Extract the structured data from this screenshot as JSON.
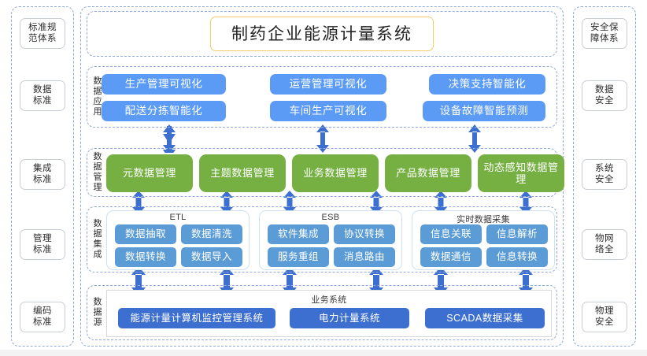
{
  "title": "制药企业能源计量系统",
  "colors": {
    "app_blue": "#5B9BF5",
    "manage_green": "#76B043",
    "integration_blue": "#5B9CD6",
    "source_blue": "#3C6FD0",
    "dashed_border": "#8FA9DB",
    "title_border": "#F2CC6B",
    "arrow": "#3C6FD0"
  },
  "left_pillar": {
    "name": "标准规范体系",
    "items": [
      {
        "lines": [
          "标准规",
          "范体系"
        ]
      },
      {
        "lines": [
          "数据",
          "标准"
        ]
      },
      {
        "lines": [
          "集成",
          "标准"
        ]
      },
      {
        "lines": [
          "管理",
          "标准"
        ]
      },
      {
        "lines": [
          "编码",
          "标准"
        ]
      }
    ]
  },
  "right_pillar": {
    "name": "安全保障体系",
    "items": [
      {
        "lines": [
          "安全保",
          "障体系"
        ]
      },
      {
        "lines": [
          "数据",
          "安全"
        ]
      },
      {
        "lines": [
          "系统",
          "安全"
        ]
      },
      {
        "lines": [
          "物网",
          "络全"
        ]
      },
      {
        "lines": [
          "物理",
          "安全"
        ]
      }
    ]
  },
  "layers": {
    "application": {
      "label": [
        "数",
        "据",
        "应",
        "用"
      ],
      "groups": [
        {
          "boxes": [
            "生产管理可视化",
            "配送分拣智能化"
          ]
        },
        {
          "boxes": [
            "运营管理可视化",
            "车间生产可视化"
          ]
        },
        {
          "boxes": [
            "决策支持智能化",
            "设备故障智能预测"
          ]
        }
      ]
    },
    "management": {
      "label": [
        "数",
        "据",
        "管",
        "理"
      ],
      "boxes": [
        "元数据管理",
        "主题数据管理",
        "业务数据管理",
        "产品数据管理",
        "动态感知数据管理"
      ]
    },
    "integration": {
      "label": [
        "数",
        "据",
        "集",
        "成"
      ],
      "groups": [
        {
          "title": "ETL",
          "boxes": [
            "数据抽取",
            "数据清洗",
            "数据转换",
            "数据导入"
          ]
        },
        {
          "title": "ESB",
          "boxes": [
            "软件集成",
            "协议转换",
            "服务重组",
            "消息路由"
          ]
        },
        {
          "title": "实时数据采集",
          "boxes": [
            "信息关联",
            "信息解析",
            "数据通信",
            "信息转换"
          ]
        }
      ]
    },
    "source": {
      "label": [
        "数",
        "据",
        "源"
      ],
      "panel_title": "业务系统",
      "boxes": [
        "能源计量计算机监控管理系统",
        "电力计量系统",
        "SCADA数据采集"
      ]
    }
  }
}
